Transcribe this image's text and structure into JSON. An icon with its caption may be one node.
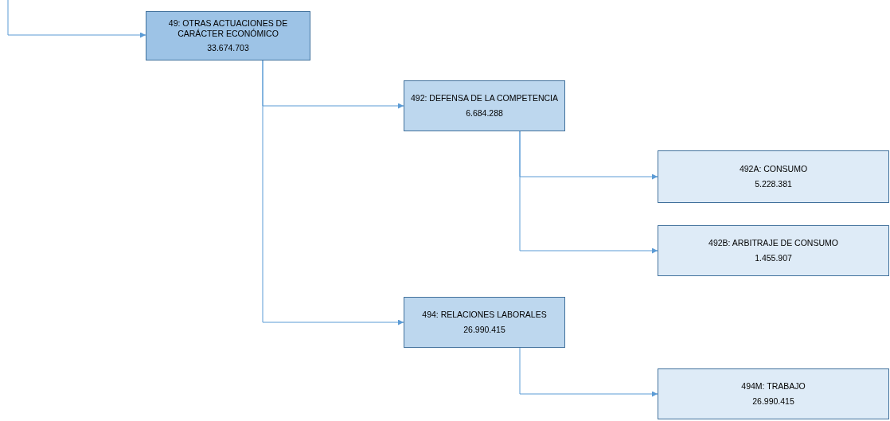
{
  "diagram": {
    "nodes": [
      {
        "text": [
          "49: OTRAS ACTUACIONES DE CARÁCTER ECONÓMICO",
          "33.674.703"
        ]
      },
      {
        "text": [
          "492: DEFENSA DE LA COMPETENCIA",
          "6.684.288"
        ]
      },
      {
        "text": [
          "492A: CONSUMO",
          "5.228.381"
        ]
      },
      {
        "text": [
          "492B: ARBITRAJE DE CONSUMO",
          "1.455.907"
        ]
      },
      {
        "text": [
          "494: RELACIONES LABORALES",
          "26.990.415"
        ]
      },
      {
        "text": [
          "494M: TRABAJO",
          "26.990.415"
        ]
      }
    ],
    "edges": [
      {
        "from": null,
        "to": 0,
        "arrow": "to"
      },
      {
        "from": 0,
        "to": 1,
        "arrow": "to"
      },
      {
        "from": 1,
        "to": 2,
        "arrow": "to"
      },
      {
        "from": 1,
        "to": 3,
        "arrow": "to"
      },
      {
        "from": 0,
        "to": 4,
        "arrow": "to"
      },
      {
        "from": 4,
        "to": 5,
        "arrow": "to"
      }
    ]
  }
}
